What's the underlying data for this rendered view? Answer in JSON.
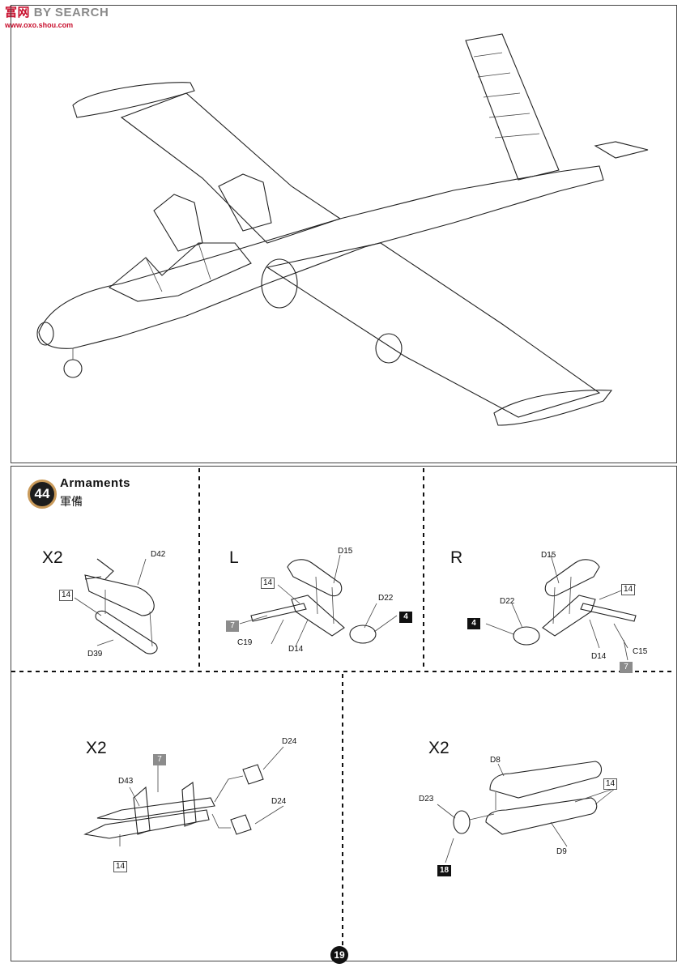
{
  "watermark": {
    "brand_a": "富",
    "brand_b": "网",
    "brand_c": "BY SEARCH",
    "url": "www.oxo.shou.com"
  },
  "step": {
    "number": "44",
    "title": "Armaments",
    "subtitle": "軍備",
    "panels": {
      "p1": {
        "multiplier": "X2",
        "callouts": {
          "d42": "D42",
          "c14": "14",
          "d39": "D39"
        }
      },
      "p2": {
        "side": "L",
        "callouts": {
          "d15": "D15",
          "c14": "14",
          "d22": "D22",
          "c4": "4",
          "c7": "7",
          "c19": "C19",
          "d14": "D14"
        }
      },
      "p3": {
        "side": "R",
        "callouts": {
          "d15": "D15",
          "c14": "14",
          "d22": "D22",
          "c4": "4",
          "d14": "D14",
          "c15": "C15",
          "c7": "7"
        }
      },
      "p4": {
        "multiplier": "X2",
        "callouts": {
          "d24a": "D24",
          "c7": "7",
          "d43": "D43",
          "d24b": "D24",
          "c14": "14"
        }
      },
      "p5": {
        "multiplier": "X2",
        "callouts": {
          "d8": "D8",
          "c14": "14",
          "d23": "D23",
          "d9": "D9",
          "c18": "18"
        }
      }
    }
  },
  "page_number": "19"
}
